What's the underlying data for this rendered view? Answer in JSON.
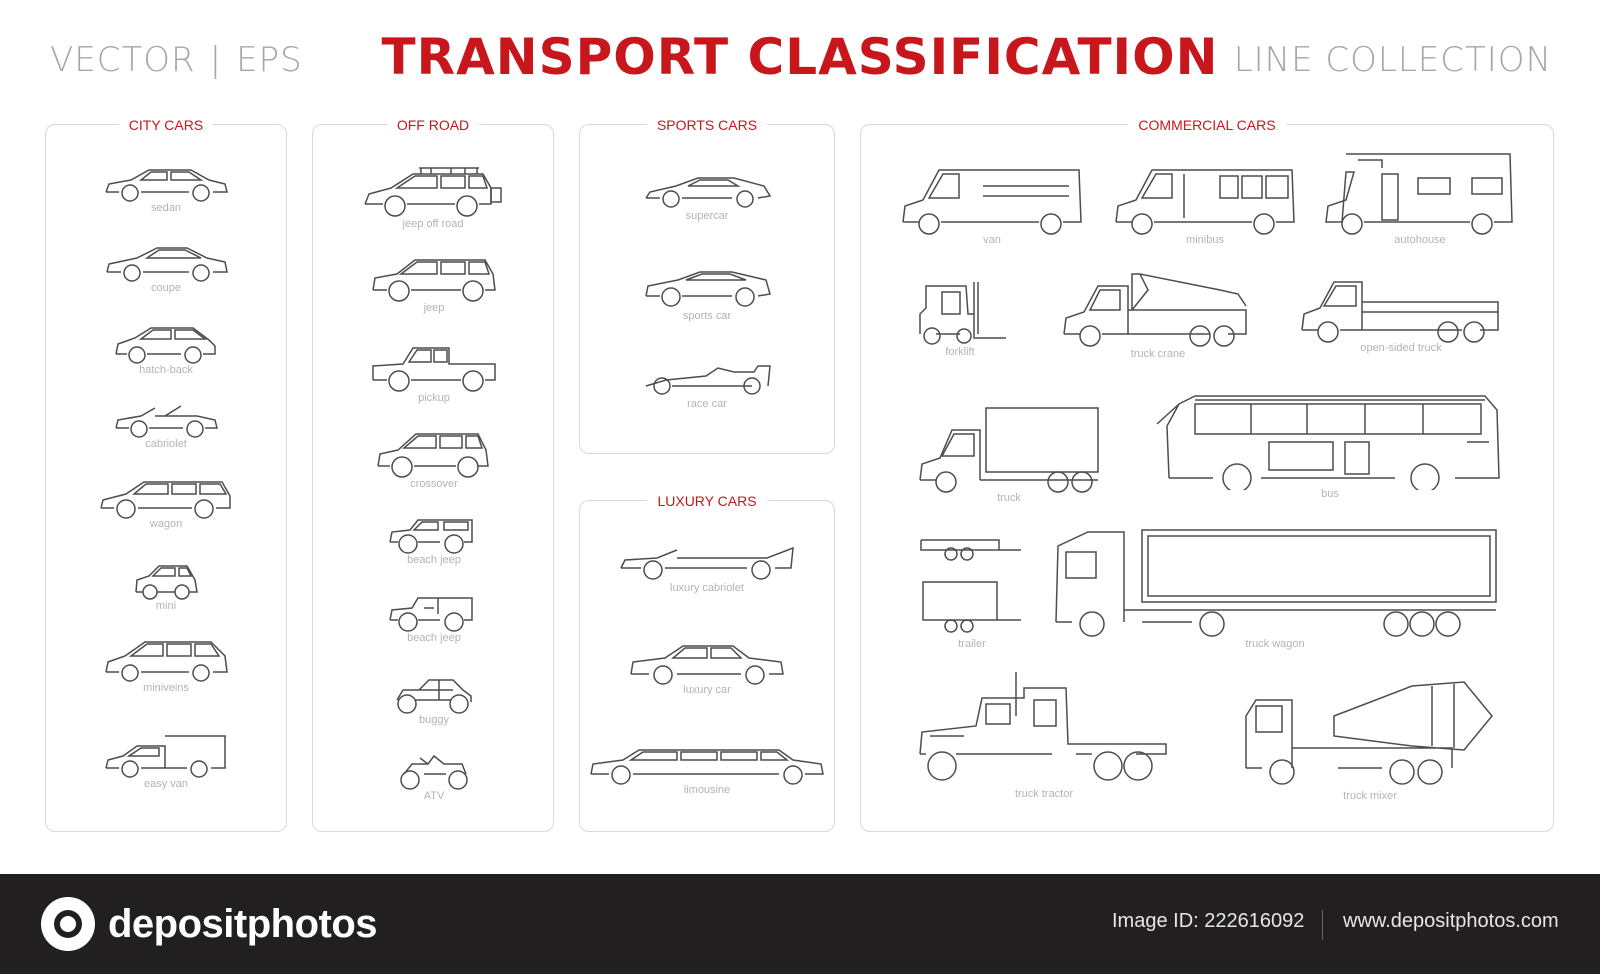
{
  "header": {
    "left_a": "VECTOR",
    "left_sep": "|",
    "left_b": "EPS",
    "title": "TRANSPORT CLASSIFICATION",
    "right": "LINE COLLECTION"
  },
  "panels": {
    "city": {
      "title": "CITY CARS",
      "items": [
        "sedan",
        "coupe",
        "hatch-back",
        "cabriolet",
        "wagon",
        "mini",
        "miniveins",
        "easy van"
      ]
    },
    "offroad": {
      "title": "OFF ROAD",
      "items": [
        "jeep off road",
        "jeep",
        "pickup",
        "crossover",
        "beach jeep",
        "beach jeep",
        "buggy",
        "ATV"
      ]
    },
    "sports": {
      "title": "SPORTS CARS",
      "items": [
        "supercar",
        "sports car",
        "race car"
      ]
    },
    "luxury": {
      "title": "LUXURY CARS",
      "items": [
        "luxury cabriolet",
        "luxury car",
        "limousine"
      ]
    },
    "commercial": {
      "title": "COMMERCIAL CARS",
      "items": [
        "van",
        "minibus",
        "autohouse",
        "forklift",
        "truck crane",
        "open-sided truck",
        "truck",
        "bus",
        "trailer",
        "truck wagon",
        "truck tractor",
        "truck mixer"
      ]
    }
  },
  "footer": {
    "brand": "depositphotos",
    "image_id": "Image ID: 222616092",
    "site": "www.depositphotos.com"
  },
  "colors": {
    "accent": "#c8161d",
    "footer_bg": "#221f20",
    "line": "#4d4d4d"
  }
}
